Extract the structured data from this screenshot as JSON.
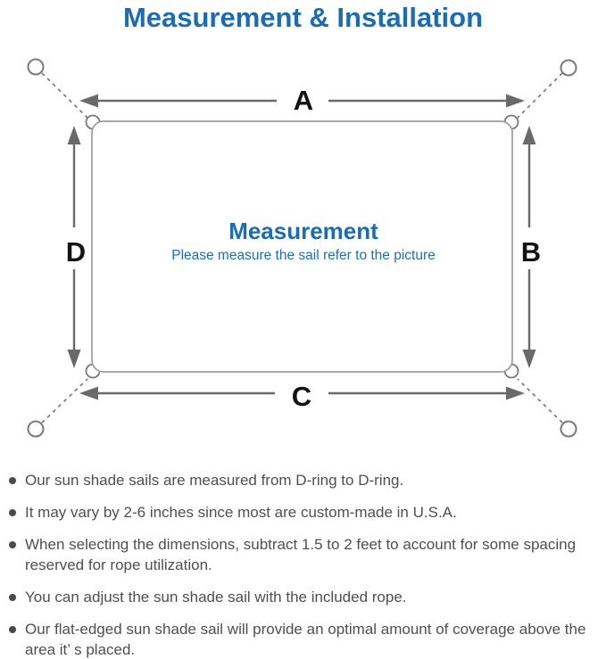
{
  "title": "Measurement & Installation",
  "diagram": {
    "side_labels": {
      "top": "A",
      "right": "B",
      "bottom": "C",
      "left": "D"
    },
    "center_title": "Measurement",
    "center_subtitle": "Please measure the sail refer to the picture"
  },
  "colors": {
    "accent_blue": "#1a6cb4",
    "diagram_line_gray": "#6a6a6a",
    "body_text_gray": "#4f4f4f"
  },
  "bullets": [
    "Our sun shade sails are measured from D-ring to D-ring.",
    "It may vary by 2-6 inches since most are custom-made in U.S.A.",
    "When selecting the dimensions, subtract 1.5 to 2 feet to account for some spacing reserved for rope utilization.",
    "You can adjust the sun shade sail with the included rope.",
    "Our flat-edged sun shade sail will provide an optimal amount of coverage above the area it’ s placed."
  ]
}
